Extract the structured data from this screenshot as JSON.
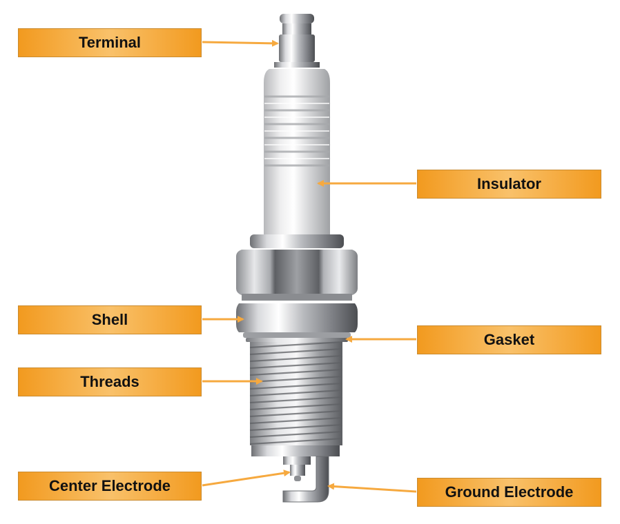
{
  "colors": {
    "label_fill_light": "#f9c16a",
    "label_fill_dark": "#f29a1f",
    "arrow": "#f6a93f"
  },
  "labels": {
    "terminal": "Terminal",
    "insulator": "Insulator",
    "shell": "Shell",
    "gasket": "Gasket",
    "threads": "Threads",
    "center_electrode": "Center Electrode",
    "ground_electrode": "Ground Electrode"
  }
}
